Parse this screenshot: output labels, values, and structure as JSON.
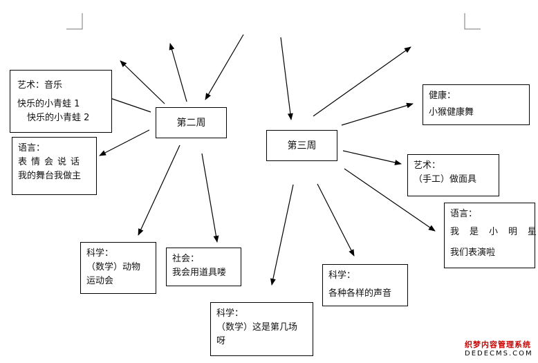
{
  "nodes": {
    "week2": {
      "label": "第二周"
    },
    "week3": {
      "label": "第三周"
    },
    "art_music": {
      "lines": [
        "艺术：音乐",
        "快乐的小青蛙 1",
        "快乐的小青蛙 2"
      ]
    },
    "lang_week2": {
      "lines": [
        "语言：",
        "表情会说话",
        "我的舞台我做主"
      ]
    },
    "sci_sports": {
      "lines": [
        "科学：",
        "（数学）动物",
        "运动会"
      ]
    },
    "social": {
      "lines": [
        "社会：",
        "我会用道具喽"
      ]
    },
    "sci_count": {
      "lines": [
        "科学：",
        "（数学）这是第几场",
        "呀"
      ]
    },
    "sci_sound": {
      "lines": [
        "科学：",
        "各种各样的声音"
      ]
    },
    "lang_week3": {
      "lines": [
        "语言：",
        "我是小明星",
        "我们表演啦"
      ]
    },
    "art_mask": {
      "lines": [
        "艺术：",
        "（手工）做面具"
      ]
    },
    "health": {
      "lines": [
        "健康：",
        "小猴健康舞"
      ]
    }
  },
  "watermark": {
    "line1": "织梦内容管理系统",
    "line2": "DEDECMS.COM"
  },
  "colors": {
    "line": "#000000",
    "watermark_red": "#cc0000"
  }
}
